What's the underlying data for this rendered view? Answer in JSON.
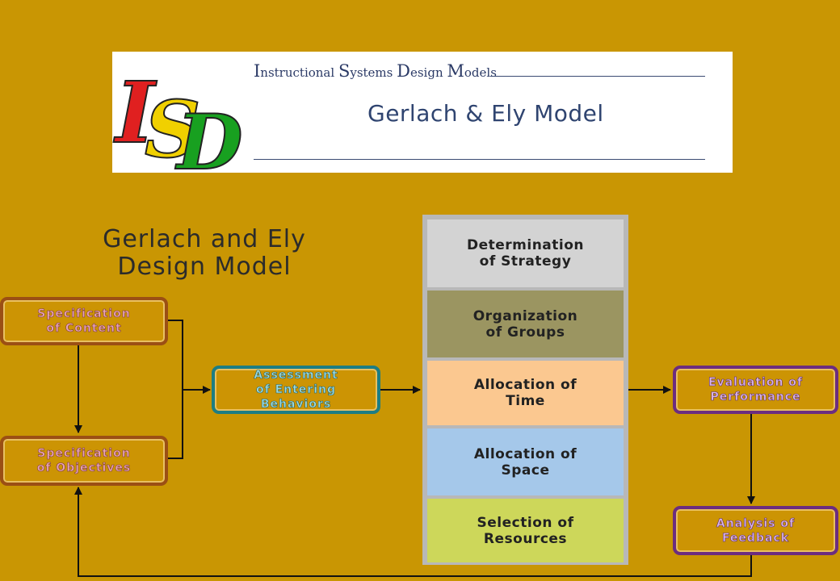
{
  "banner": {
    "logo_letters": [
      "I",
      "S",
      "D"
    ],
    "series_title_caps": [
      "I",
      "S",
      "D",
      "M"
    ],
    "series_title_rest": [
      "nstructional ",
      "ystems ",
      "esign ",
      "odels"
    ],
    "model_title": "Gerlach & Ely Model"
  },
  "diagram": {
    "title": "Gerlach and Ely\nDesign Model",
    "left_boxes": {
      "content": "Specification\nof Content",
      "objectives": "Specification\nof Objectives"
    },
    "assessment": "Assessment\nof Entering\nBehaviors",
    "strategy_stack": [
      {
        "label": "Determination\nof Strategy",
        "color": "#d3d3d3"
      },
      {
        "label": "Organization\nof Groups",
        "color": "#9b9561"
      },
      {
        "label": "Allocation of\nTime",
        "color": "#fbc890"
      },
      {
        "label": "Allocation of\nSpace",
        "color": "#a5c8ea"
      },
      {
        "label": "Selection of\nResources",
        "color": "#cdd75a"
      }
    ],
    "right_boxes": {
      "evaluation": "Evaluation of\nPerformance",
      "analysis": "Analysis of\nFeedback"
    }
  },
  "colors": {
    "background": "#c99603",
    "logo_i": "#e02020",
    "logo_s": "#f0d000",
    "logo_d": "#18a020"
  }
}
